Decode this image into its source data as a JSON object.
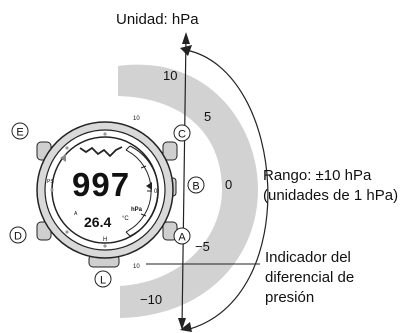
{
  "labels": {
    "unit": "Unidad: hPa",
    "range_line1": "Rango: ±10 hPa",
    "range_line2": "(unidades de 1 hPa)",
    "indicator_line1": "Indicador del",
    "indicator_line2": "diferencial de",
    "indicator_line3": "presión"
  },
  "scale": {
    "ticks": [
      "10",
      "5",
      "0",
      "−5",
      "−10"
    ]
  },
  "buttons": {
    "a": "A",
    "b": "B",
    "c": "C",
    "d": "D",
    "e": "E",
    "l": "L"
  },
  "watch": {
    "pressure": "997",
    "temperature": "26.4",
    "temp_unit": "°C",
    "pressure_unit": "hPa",
    "bezel_top": "10",
    "bezel_bottom": "10",
    "bezel_right": "0",
    "bezel_left": "PS",
    "small_h": "H",
    "small_a": "A"
  },
  "colors": {
    "band": "#d2d2d2",
    "lines": "#222222",
    "watch_case": "#d9d9d9",
    "watch_face": "#ffffff"
  }
}
